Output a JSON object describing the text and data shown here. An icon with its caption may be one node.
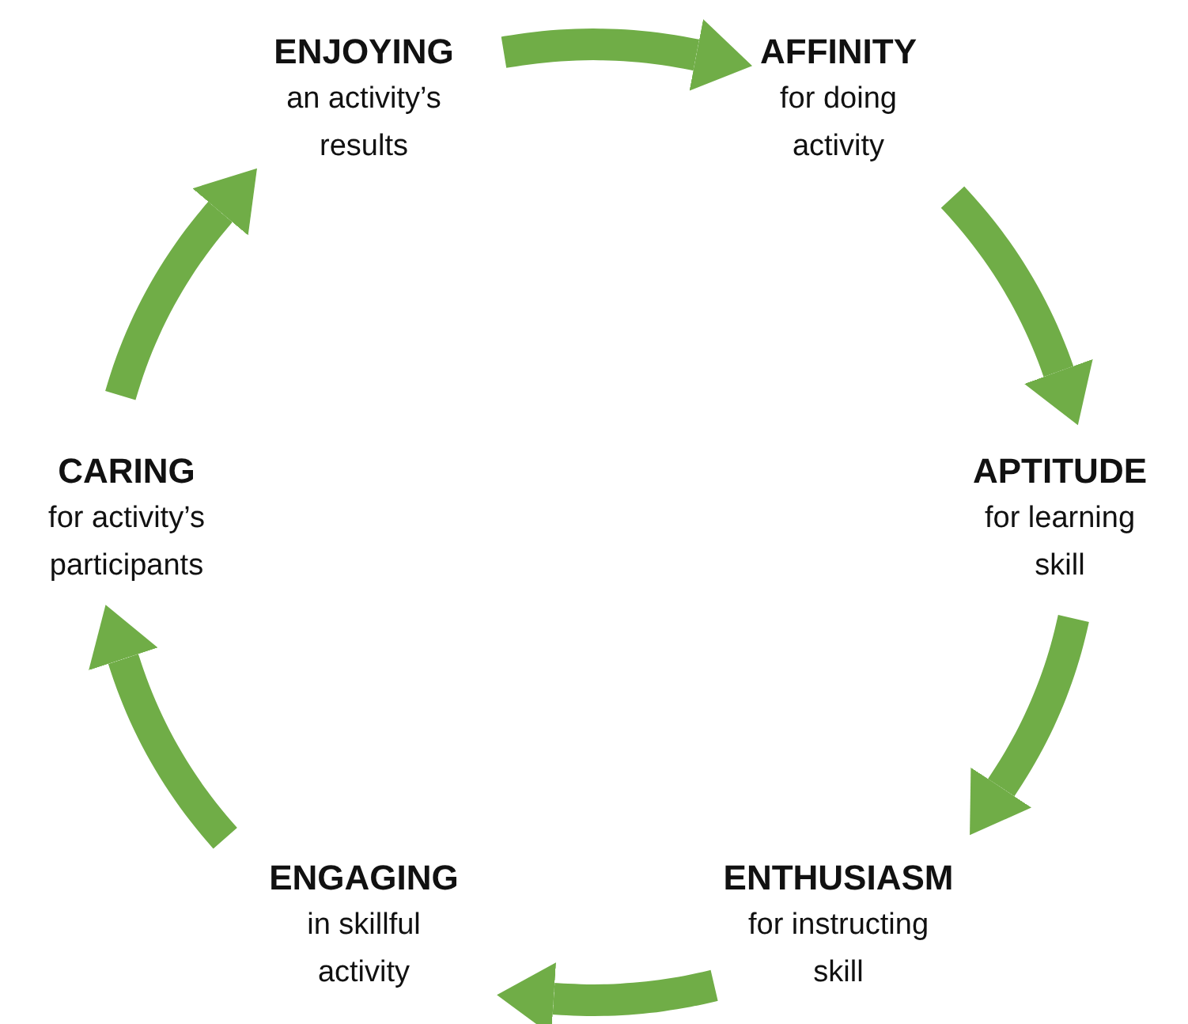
{
  "diagram": {
    "nodes": [
      {
        "text": [
          "ENJOYING",
          "an activity’s results"
        ]
      },
      {
        "text": [
          "AFFINITY",
          "for doing activity"
        ]
      },
      {
        "text": [
          "APTITUDE",
          "for learning skill"
        ]
      },
      {
        "text": [
          "ENTHUSIASM",
          "for instructing skill"
        ]
      },
      {
        "text": [
          "ENGAGING",
          "in skillful activity"
        ]
      },
      {
        "text": [
          "CARING",
          "for activity’s participants"
        ]
      }
    ],
    "edges": [
      {
        "from": 0,
        "to": 1,
        "arrow": "to"
      },
      {
        "from": 1,
        "to": 2,
        "arrow": "to"
      },
      {
        "from": 2,
        "to": 3,
        "arrow": "to"
      },
      {
        "from": 3,
        "to": 4,
        "arrow": "to"
      },
      {
        "from": 4,
        "to": 5,
        "arrow": "to"
      },
      {
        "from": 5,
        "to": 0,
        "arrow": "to"
      }
    ]
  }
}
